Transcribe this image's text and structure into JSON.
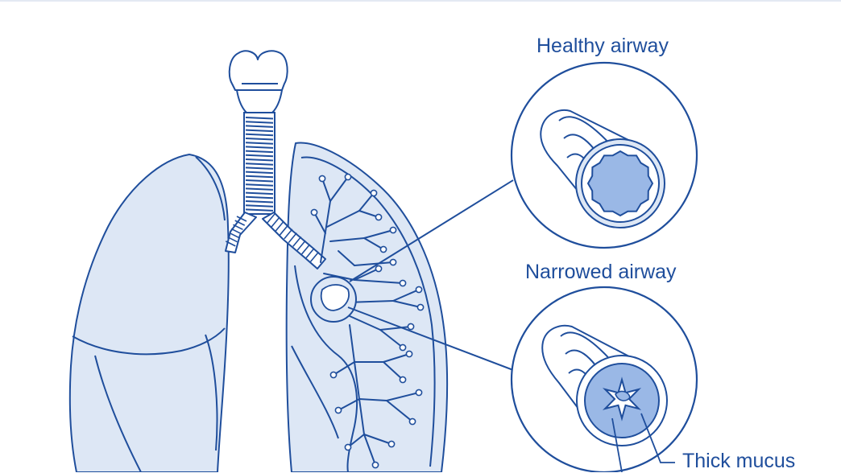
{
  "labels": {
    "healthy": "Healthy airway",
    "narrowed": "Narrowed airway",
    "mucus": "Thick mucus"
  },
  "colors": {
    "outline": "#1f4e9c",
    "lung_fill": "#dde7f5",
    "lumen_fill": "#9ab8e6",
    "text": "#1f4e9c",
    "background": "#ffffff"
  }
}
